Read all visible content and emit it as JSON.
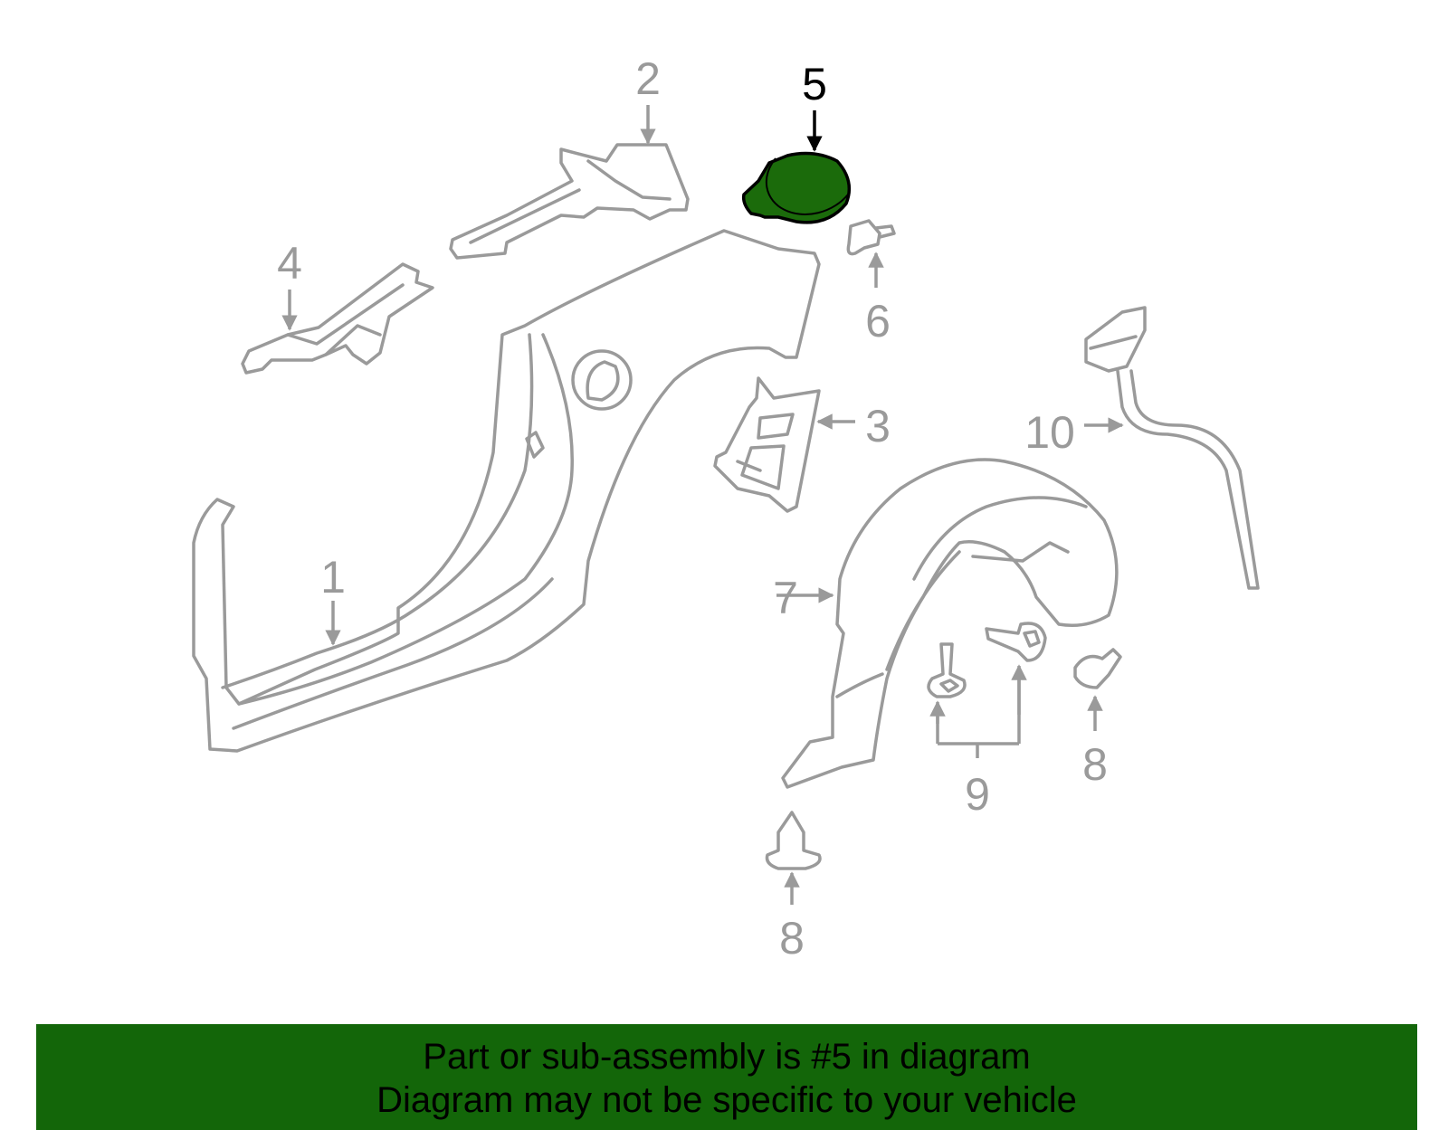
{
  "callouts": {
    "c1": "1",
    "c2": "2",
    "c3": "3",
    "c4": "4",
    "c5": "5",
    "c6": "6",
    "c7": "7",
    "c8a": "8",
    "c8b": "8",
    "c9": "9",
    "c10": "10"
  },
  "highlight": {
    "part_number": "5",
    "part_color": "#1b6b0b",
    "outline_color": "#000000"
  },
  "banner": {
    "line1": "Part or sub-assembly is #5 in diagram",
    "line2": "Diagram may not be specific to your vehicle",
    "background": "#136609"
  },
  "colors": {
    "line_art": "#9a9a9a"
  }
}
